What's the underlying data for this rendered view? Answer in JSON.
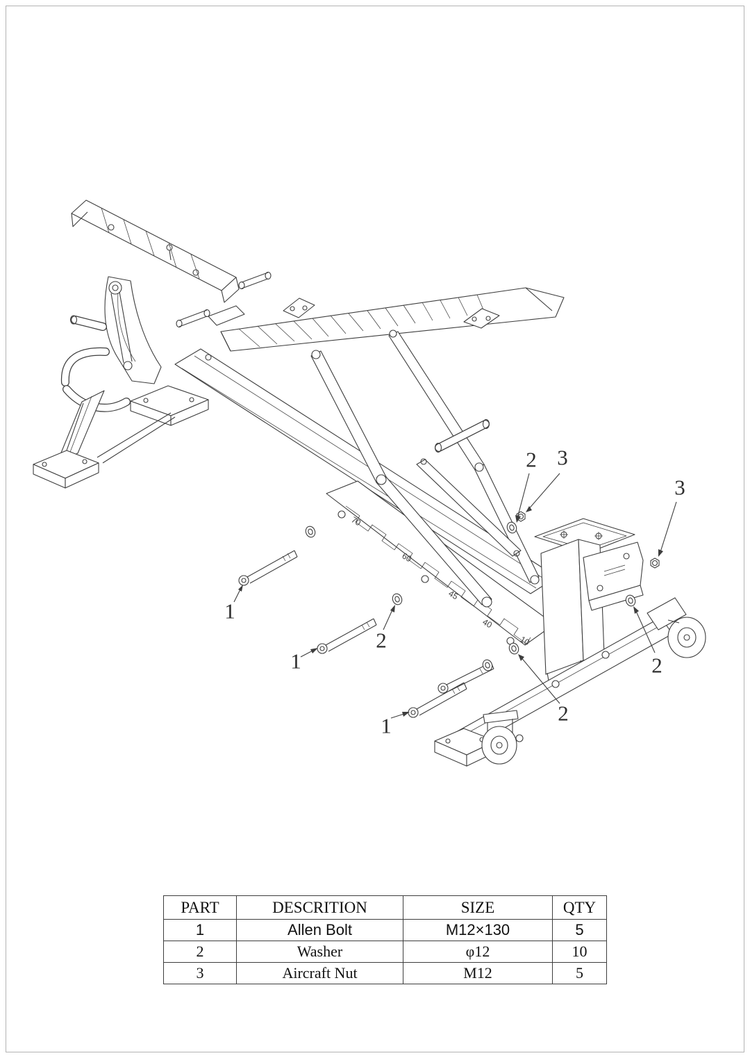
{
  "page": {
    "background": "#ffffff",
    "line_color": "#3d3d3d"
  },
  "callouts": [
    {
      "label": "2"
    },
    {
      "label": "3"
    },
    {
      "label": "3"
    },
    {
      "label": "1"
    },
    {
      "label": "2"
    },
    {
      "label": "1"
    },
    {
      "label": "2"
    },
    {
      "label": "2"
    },
    {
      "label": "1"
    }
  ],
  "angle_labels": [
    "70",
    "60",
    "45",
    "40",
    "10"
  ],
  "table": {
    "headers": [
      "PART",
      "DESCRITION",
      "SIZE",
      "QTY"
    ],
    "rows": [
      [
        "1",
        "Allen Bolt",
        "M12×130",
        "5"
      ],
      [
        "2",
        "Washer",
        "φ12",
        "10"
      ],
      [
        "3",
        "Aircraft Nut",
        "M12",
        "5"
      ]
    ]
  }
}
